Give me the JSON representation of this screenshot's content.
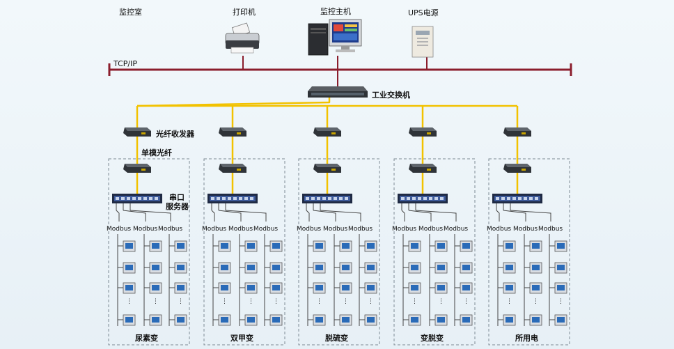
{
  "top_labels": {
    "control_room": "监控室",
    "printer": "打印机",
    "host": "监控主机",
    "ups": "UPS电源"
  },
  "network_label": "TCP/IP",
  "switch_label": "工业交换机",
  "transceiver_label": "光纤收发器",
  "fiber_label": "单模光纤",
  "serial_server_label": "串口\n服务器",
  "serial_line1": "串口",
  "serial_line2": "服务器",
  "protocol_label": "Modbus",
  "ellipsis": "⋮",
  "groups": [
    {
      "name": "尿素变"
    },
    {
      "name": "双甲变"
    },
    {
      "name": "脱硫变"
    },
    {
      "name": "变脱变"
    },
    {
      "name": "所用电"
    }
  ],
  "colors": {
    "bus": "#8b1d2c",
    "fiber": "#f2c200",
    "device_link": "#444444",
    "dashed_box": "#7d8a94"
  },
  "icons": {
    "printer": "printer-icon",
    "host": "computer-icon",
    "ups": "ups-icon",
    "switch": "switch-icon",
    "transceiver": "transceiver-icon",
    "meter": "meter-icon"
  }
}
